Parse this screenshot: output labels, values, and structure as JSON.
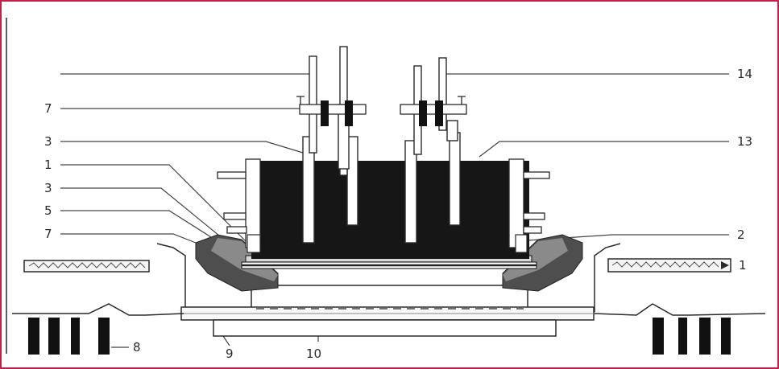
{
  "diagram": {
    "colors": {
      "frame": "#c0204a",
      "ink": "#2a2a2a",
      "body_fill": "#161616",
      "seal_fill": "#505050",
      "paper": "#ffffff"
    },
    "labels": {
      "l14": "14",
      "l7a": "7",
      "l3a": "3",
      "l13": "13",
      "l1a": "1",
      "l3b": "3",
      "l5": "5",
      "l7b": "7",
      "l2": "2",
      "l1b": "1",
      "l8": "8",
      "l9": "9",
      "l10": "10"
    }
  }
}
